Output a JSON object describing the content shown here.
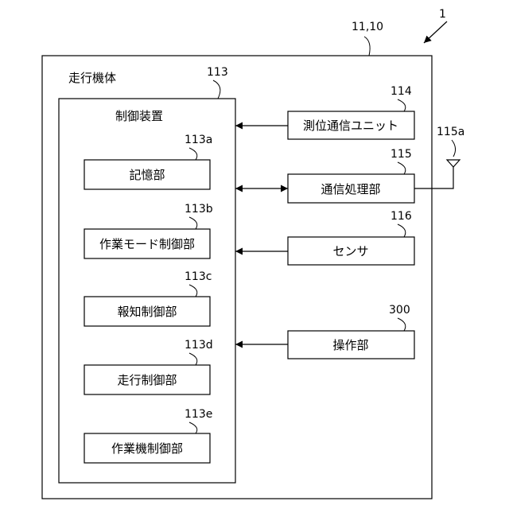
{
  "figure_ref": "1",
  "vehicle": {
    "ref": "11,10",
    "label": "走行機体"
  },
  "controller": {
    "ref": "113",
    "label": "制御装置",
    "modules": [
      {
        "ref": "113a",
        "label": "記憶部"
      },
      {
        "ref": "113b",
        "label": "作業モード制御部"
      },
      {
        "ref": "113c",
        "label": "報知制御部"
      },
      {
        "ref": "113d",
        "label": "走行制御部"
      },
      {
        "ref": "113e",
        "label": "作業機制御部"
      }
    ]
  },
  "peripherals": [
    {
      "ref": "114",
      "label": "測位通信ユニット"
    },
    {
      "ref": "115",
      "label": "通信処理部"
    },
    {
      "ref": "116",
      "label": "センサ"
    },
    {
      "ref": "300",
      "label": "操作部"
    }
  ],
  "antenna": {
    "ref": "115a"
  }
}
